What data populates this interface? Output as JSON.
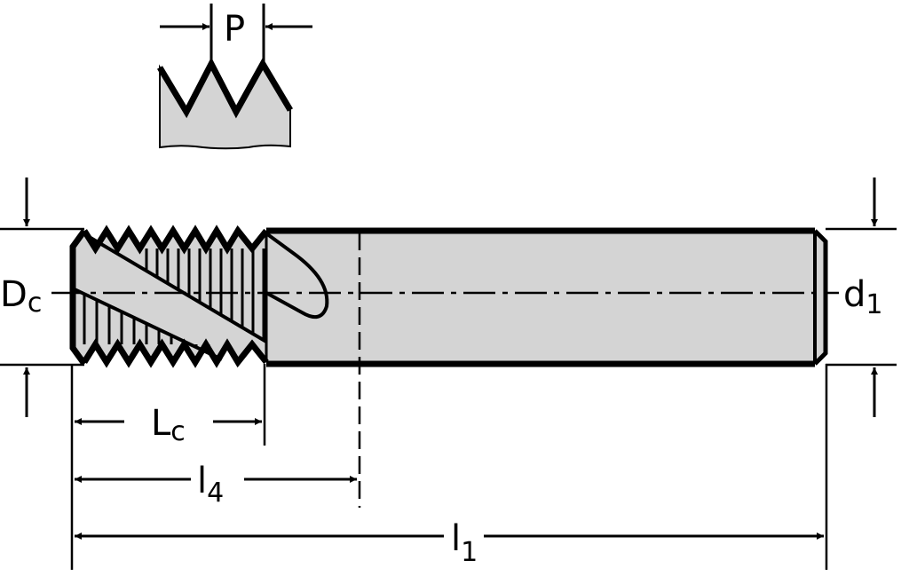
{
  "diagram": {
    "title": "Thread mill dimension drawing",
    "labels": {
      "pitch": "P",
      "cutting_diameter": {
        "main": "D",
        "sub": "c"
      },
      "shank_diameter": {
        "main": "d",
        "sub": "1"
      },
      "cutting_length": {
        "main": "L",
        "sub": "c"
      },
      "functional_length": {
        "main": "l",
        "sub": "4"
      },
      "overall_length": {
        "main": "l",
        "sub": "1"
      }
    },
    "colors": {
      "body_fill": "#d4d4d4",
      "line": "#000000",
      "background": "#ffffff"
    }
  }
}
